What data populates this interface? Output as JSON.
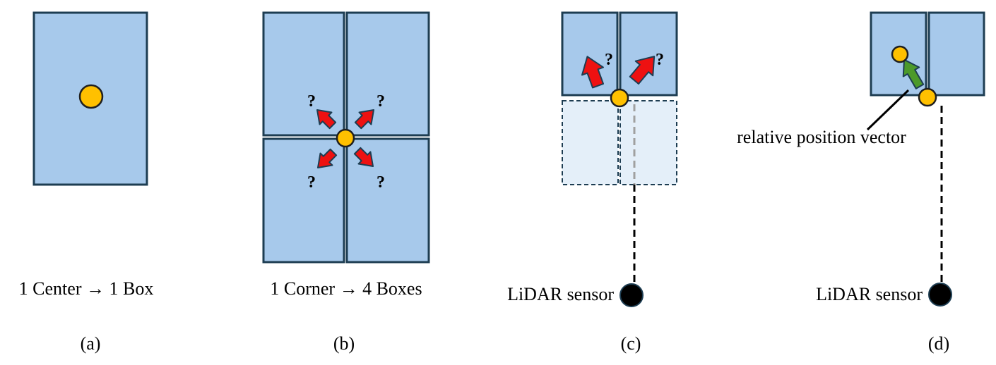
{
  "colors": {
    "box_fill": "#a7c9eb",
    "box_stroke": "#1d3d52",
    "ghost_box_fill": "#e4eff9",
    "point_fill": "#ffc000",
    "point_stroke": "#1f1f1f",
    "arrow_red": "#ee1111",
    "arrow_green": "#4c9a2a",
    "sensor_fill": "#000000",
    "sensor_stroke": "#1d3d52",
    "dash_dark": "#000000",
    "dash_gray": "#a0a0a0"
  },
  "icons": {
    "center_point": "filled-circle",
    "corner_point": "filled-circle",
    "lidar_sensor": "black-circle",
    "direction_arrow": "block-arrow"
  },
  "panels": {
    "a": {
      "caption": "1 Center → 1 Box",
      "label": "(a)"
    },
    "b": {
      "caption": "1 Corner → 4 Boxes",
      "label": "(b)",
      "question_mark": "?"
    },
    "c": {
      "sensor_label": "LiDAR sensor",
      "label": "(c)",
      "question_mark": "?"
    },
    "d": {
      "annotation": "relative position vector",
      "sensor_label": "LiDAR sensor",
      "label": "(d)"
    }
  }
}
